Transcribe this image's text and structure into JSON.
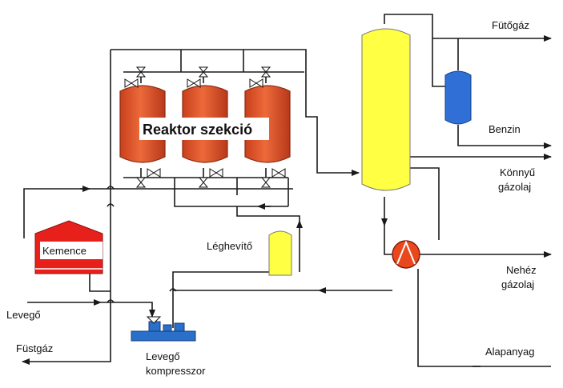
{
  "labels": {
    "reactor_section": "Reaktor szekció",
    "furnace": "Kemence",
    "air_heater": "Léghevítő",
    "air_in": "Levegő",
    "flue_gas": "Füstgáz",
    "compressor_line1": "Levegő",
    "compressor_line2": "kompresszor",
    "fuel_gas": "Fütőgáz",
    "gasoline": "Benzin",
    "light_gasoil_line1": "Könnyű",
    "light_gasoil_line2": "gázolaj",
    "heavy_gasoil_line1": "Nehéz",
    "heavy_gasoil_line2": "gázolaj",
    "feedstock": "Alapanyag"
  },
  "colors": {
    "reactor": "#e2542b",
    "reactor_stroke": "#8a2a10",
    "column": "#ffff44",
    "drum": "#2f6fd6",
    "furnace": "#e8201c",
    "compressor": "#2a6fc9",
    "exchanger": "#e8481c",
    "pipe": "#1a1a1a"
  },
  "icons": {
    "valve": "bowtie-valve-icon",
    "exchanger": "heat-exchanger-icon",
    "compressor": "compressor-icon"
  }
}
